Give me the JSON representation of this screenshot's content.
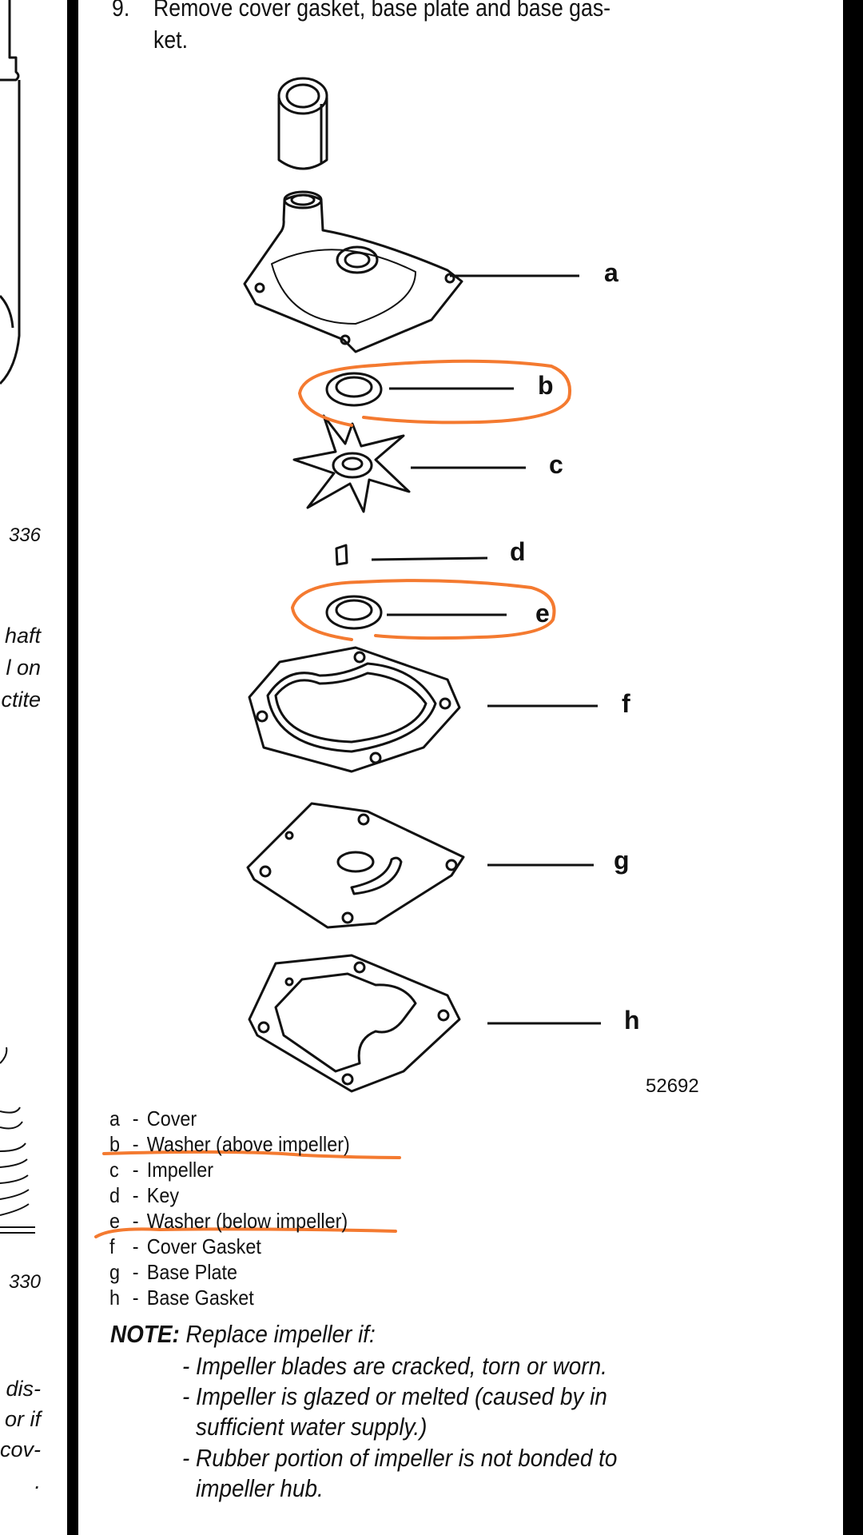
{
  "step": {
    "number": "9.",
    "line1": "Remove cover gasket, base plate and base gas-",
    "line2": "ket."
  },
  "callouts": [
    "a",
    "b",
    "c",
    "d",
    "e",
    "f",
    "g",
    "h"
  ],
  "figure_number": "52692",
  "legend": [
    {
      "key": "a",
      "label": "Cover"
    },
    {
      "key": "b",
      "label": "Washer (above impeller)"
    },
    {
      "key": "c",
      "label": "Impeller"
    },
    {
      "key": "d",
      "label": "Key"
    },
    {
      "key": "e",
      "label": "Washer (below impeller)"
    },
    {
      "key": "f",
      "label": "Cover Gasket"
    },
    {
      "key": "g",
      "label": "Base Plate"
    },
    {
      "key": "h",
      "label": "Base Gasket"
    }
  ],
  "note": {
    "label": "NOTE:",
    "intro": "Replace impeller if:",
    "items": [
      "- Impeller blades are cracked, torn or worn.",
      "- Impeller is glazed or melted (caused by in",
      "sufficient water supply.)",
      "- Rubber portion of impeller is not bonded to",
      "impeller hub."
    ]
  },
  "left_column": {
    "fig1": "336",
    "text1": [
      "haft",
      "l on",
      "ctite"
    ],
    "fig2": "330",
    "text2": [
      "dis-",
      "or if",
      "cov-",
      "."
    ]
  },
  "colors": {
    "annotation": "#f47a30",
    "ink": "#111111",
    "border": "#000000"
  }
}
